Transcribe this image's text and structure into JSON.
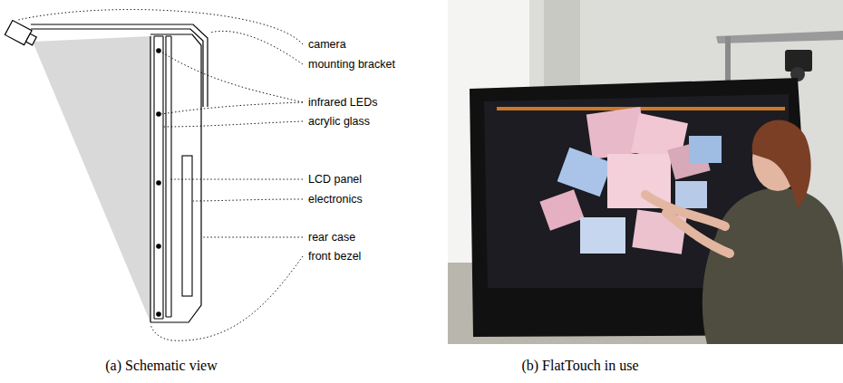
{
  "diagram": {
    "labels": [
      "camera",
      "mounting bracket",
      "infrared LEDs",
      "acrylic glass",
      "LCD panel",
      "electronics",
      "rear case",
      "front bezel",
      "(a) Schematic view",
      "(b) FlatTouch in use"
    ]
  }
}
